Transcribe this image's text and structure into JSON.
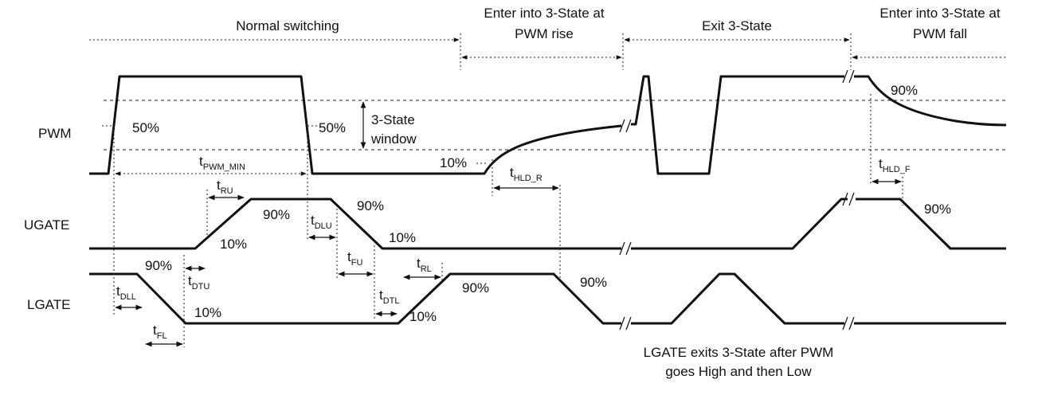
{
  "phases": {
    "normal": "Normal switching",
    "enter_rise_1": "Enter into 3-State at",
    "enter_rise_2": "PWM rise",
    "exit": "Exit 3-State",
    "enter_fall_1": "Enter into 3-State at",
    "enter_fall_2": "PWM fall"
  },
  "signals": {
    "pwm": "PWM",
    "ugate": "UGATE",
    "lgate": "LGATE"
  },
  "levels": {
    "p50": "50%",
    "p90": "90%",
    "p10": "10%"
  },
  "window": {
    "line1": "3-State",
    "line2": "window"
  },
  "timing": {
    "t": "t",
    "pwm_min": "PWM_MIN",
    "ru": "RU",
    "dlu": "DLU",
    "fu": "FU",
    "dll": "DLL",
    "dtu": "DTU",
    "fl": "FL",
    "dtl": "DTL",
    "rl": "RL",
    "hld_r": "HLD_R",
    "hld_f": "HLD_F"
  },
  "note": {
    "line1": "LGATE exits 3-State after PWM",
    "line2": "goes High and then Low"
  }
}
